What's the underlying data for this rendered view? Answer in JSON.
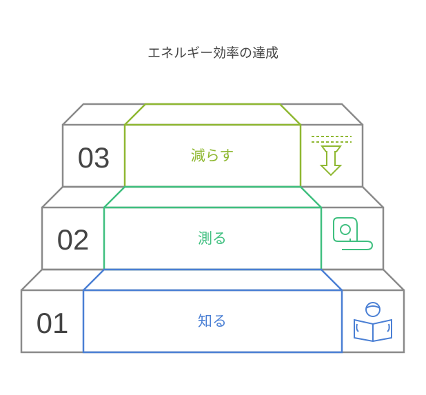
{
  "title": "エネルギー効率の達成",
  "steps": [
    {
      "number": "03",
      "label": "減らす",
      "color": "#8fb832",
      "icon": "arrow-down-icon"
    },
    {
      "number": "02",
      "label": "測る",
      "color": "#3fbf7f",
      "icon": "tape-measure-icon"
    },
    {
      "number": "01",
      "label": "知る",
      "color": "#4a7fd4",
      "icon": "reader-icon"
    }
  ],
  "outline_color": "#8a8a8a"
}
